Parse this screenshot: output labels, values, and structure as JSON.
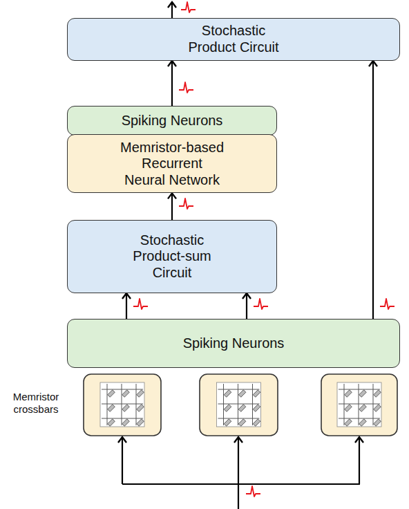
{
  "diagram": {
    "nodes": [
      {
        "text": [
          "Stochastic Product Circuit"
        ]
      },
      {
        "text": [
          "Spiking Neurons"
        ]
      },
      {
        "text": [
          "Memristor-based Recurrent Neural Network"
        ]
      },
      {
        "text": [
          "Stochastic Product-sum Circuit"
        ]
      },
      {
        "text": [
          "Spiking Neurons"
        ]
      }
    ],
    "edges": [
      {
        "from": 4,
        "to": 3,
        "arrow": "to"
      },
      {
        "from": 4,
        "to": 3,
        "arrow": "to"
      },
      {
        "from": 4,
        "to": 0,
        "arrow": "to"
      },
      {
        "from": 3,
        "to": 2,
        "arrow": "to"
      },
      {
        "from": 1,
        "to": 0,
        "arrow": "to"
      }
    ],
    "labels": [
      "Memristor crossbars"
    ]
  }
}
